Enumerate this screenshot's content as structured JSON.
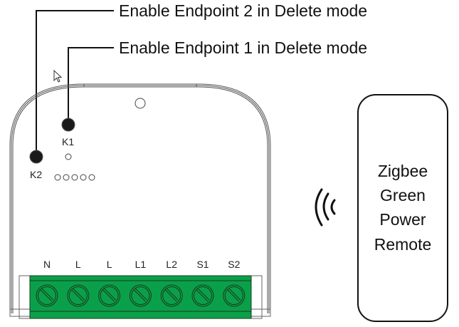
{
  "callouts": [
    {
      "text": "Enable Endpoint 2 in Delete mode",
      "button": "K2"
    },
    {
      "text": "Enable Endpoint 1 in Delete mode",
      "button": "K1"
    }
  ],
  "module": {
    "buttons": [
      {
        "label": "K1"
      },
      {
        "label": "K2"
      }
    ],
    "led_count": 5,
    "terminals": [
      "N",
      "L",
      "L",
      "L1",
      "L2",
      "S1",
      "S2"
    ],
    "terminal_color": "#0aa04a"
  },
  "remote": {
    "lines": [
      "Zigbee",
      "Green",
      "Power",
      "Remote"
    ]
  },
  "icons": {
    "wireless": "wireless-signal-icon",
    "cursor": "mouse-pointer-icon"
  }
}
